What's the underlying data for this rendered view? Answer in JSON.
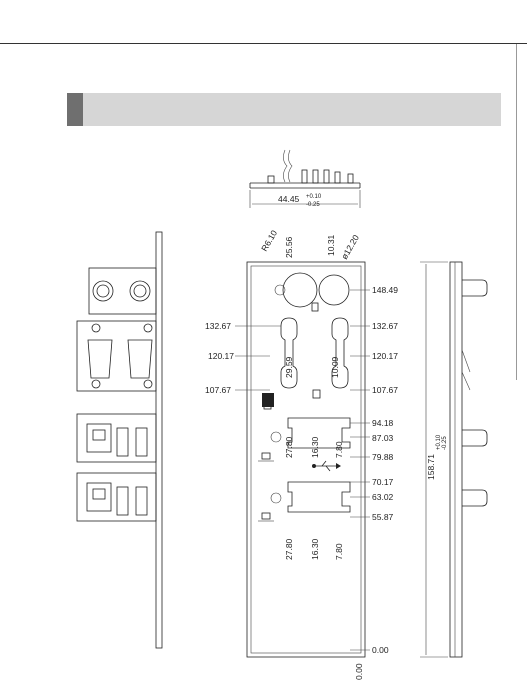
{
  "top_dimension": {
    "value": "44.45",
    "tol_plus": "+0.10",
    "tol_minus": "-0.25"
  },
  "side_dimension": {
    "value": "158.71",
    "tol_plus": "+0.10",
    "tol_minus": "-0.25"
  },
  "top_labels": {
    "r610": "R6.10",
    "d2556": "25.56",
    "d1031": "10.31",
    "phi1220": "ø12.20"
  },
  "right_labels": {
    "v14849": "148.49",
    "v13267": "132.67",
    "v12017": "120.17",
    "v10767": "107.67",
    "v9418": "94.18",
    "v8703": "87.03",
    "v7988": "79.88",
    "v7017": "70.17",
    "v6302": "63.02",
    "v5587": "55.87",
    "v000": "0.00"
  },
  "left_labels": {
    "v13267": "132.67",
    "v12017": "120.17",
    "v10767": "107.67"
  },
  "vertical_labels": {
    "v2959": "29.59",
    "v1009": "10.09",
    "v2780a": "27.80",
    "v1630a": "16.30",
    "v780a": "7.80",
    "v2780b": "27.80",
    "v1630b": "16.30",
    "v780b": "7.80",
    "v000b": "0.00"
  },
  "icons": {
    "lock": "LOCK",
    "lan": "lan-icon",
    "usb": "usb-icon"
  }
}
